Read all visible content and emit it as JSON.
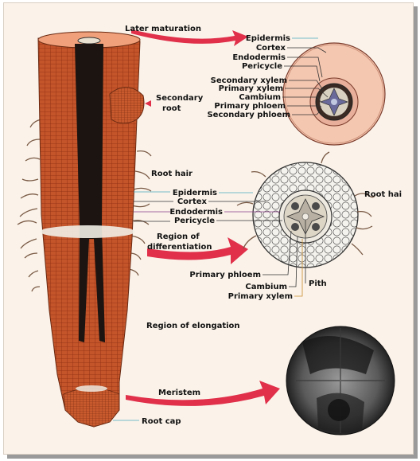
{
  "labels": {
    "later_maturation": "Later maturation",
    "secondary_root_1": "Secondary",
    "secondary_root_2": "root",
    "root_hair_left": "Root hair",
    "region_diff_1": "Region of",
    "region_diff_2": "differentiation",
    "region_elongation": "Region of elongation",
    "meristem": "Meristem",
    "root_cap": "Root cap",
    "root_hair_right": "Root hai"
  },
  "mature_section": {
    "labels": [
      "Epidermis",
      "Cortex",
      "Endodermis",
      "Pericycle",
      "Secondary xylem",
      "Primary xylem",
      "Cambium",
      "Primary phloem",
      "Secondary phloem"
    ]
  },
  "young_section": {
    "left_labels": [
      "Epidermis",
      "Cortex",
      "Endodermis",
      "Pericycle"
    ],
    "bottom_labels": [
      "Primary phloem",
      "Cambium",
      "Primary xylem",
      "Pith"
    ]
  },
  "colors": {
    "root_orange": "#c9552a",
    "root_dark": "#1c1410",
    "arrow_red": "#e0304a",
    "section_pink": "#f4c7b0",
    "leader_teal": "#4aa8b8"
  }
}
